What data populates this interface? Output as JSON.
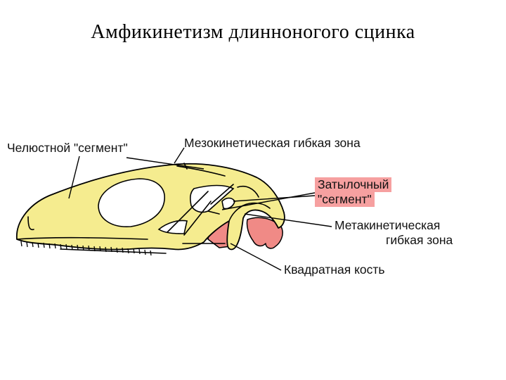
{
  "title": "Амфикинетизм длинноногого сцинка",
  "labels": {
    "jaw_segment": "Челюстной \"сегмент\"",
    "mesokinetic_zone": "Мезокинетическая гибкая зона",
    "occipital_segment_line1": "Затылочный",
    "occipital_segment_line2": "\"сегмент\"",
    "metakinetic_zone_line1": "Метакинетическая",
    "metakinetic_zone_line2": "гибкая зона",
    "quadrate_bone": "Квадратная кость"
  },
  "colors": {
    "bone": "#f5ec8f",
    "occipital": "#f08a86",
    "highlight": "#f6a0a0",
    "outline": "#000000"
  }
}
